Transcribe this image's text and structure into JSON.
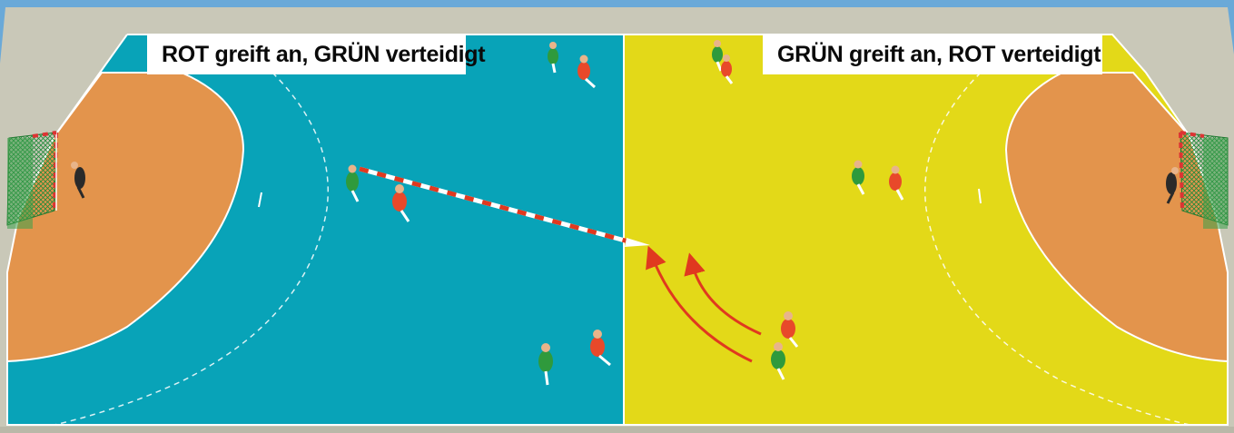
{
  "labels": {
    "left": "ROT greift an, GRÜN verteidigt",
    "right": "GRÜN greift an, ROT verteidigt"
  },
  "colors": {
    "frame": "#c9c8b8",
    "left_half": "#08a3b8",
    "right_half": "#e3d918",
    "goal_area": "#e3944c",
    "court_line": "#ffffff",
    "team_red": "#e8492a",
    "team_green": "#2f9a3c",
    "goalkeeper": "#2a2a2a",
    "arrow": "#e0391f",
    "sky": "#6aa9d8"
  },
  "teams": [
    "ROT",
    "GRÜN"
  ],
  "icons": [
    "handball-goal-icon",
    "player-icon",
    "pass-line-icon",
    "run-arrow-icon"
  ]
}
